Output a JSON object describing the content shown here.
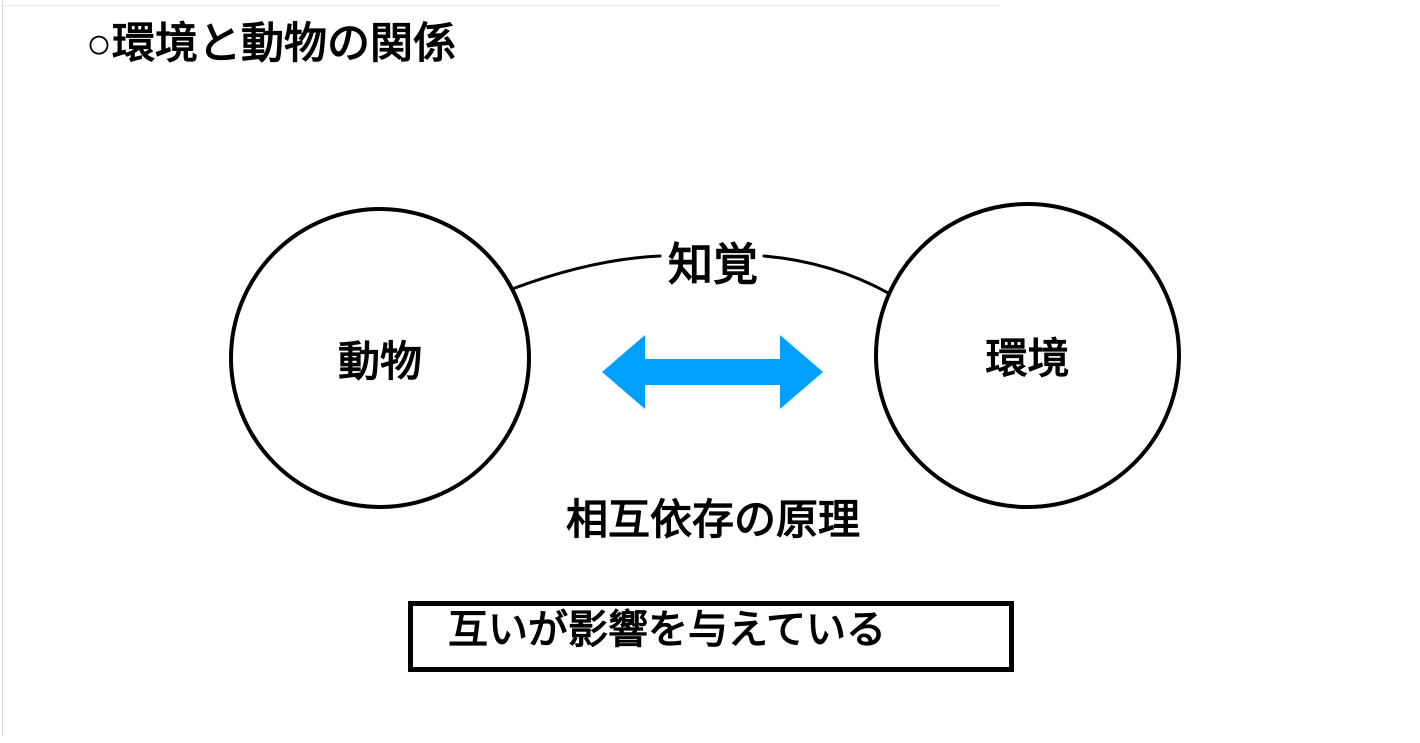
{
  "page": {
    "title": "○環境と動物の関係"
  },
  "diagram": {
    "left_circle_label": "動物",
    "right_circle_label": "環境",
    "arc_label": "知覚",
    "principle_caption": "相互依存の原理",
    "conclusion": "互いが影響を与えている",
    "arrow_color": "#00A0FF",
    "line_color": "#000000"
  }
}
